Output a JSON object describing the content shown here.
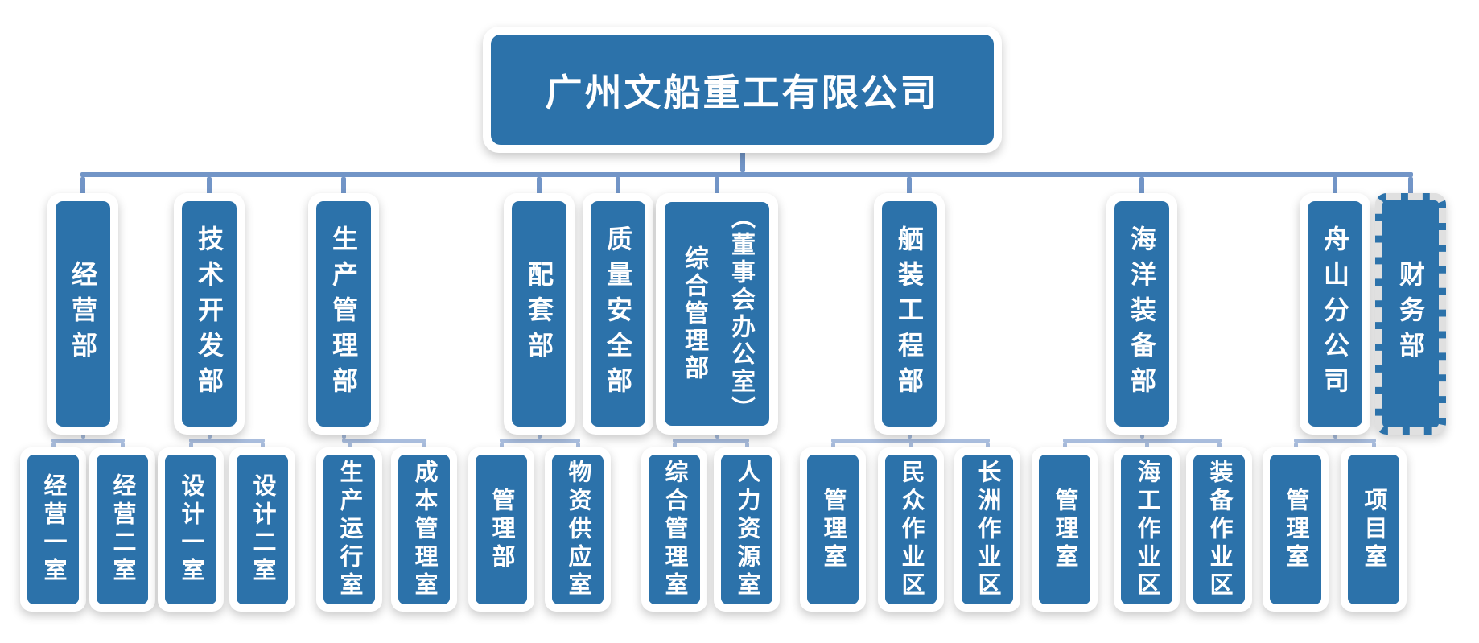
{
  "title": "广州文船重工有限公司",
  "colors": {
    "box_blue": "#2C72AA",
    "trunk_line": "#7295C7",
    "bracket_line": "#A9BDDD",
    "dashed_border": "#E0E0E0",
    "text_white": "#FFFFFF"
  },
  "departments": [
    {
      "label": "经营部",
      "children": [
        "经营一室",
        "经营二室"
      ]
    },
    {
      "label": "技术开发部",
      "children": [
        "设计一室",
        "设计二室"
      ]
    },
    {
      "label": "生产管理部",
      "children": [
        "生产运行室",
        "成本管理室"
      ]
    },
    {
      "label": "配套部",
      "children": [
        "管理部",
        "物资供应室"
      ]
    },
    {
      "label": "质量安全部",
      "children": []
    },
    {
      "label": "综合管理部",
      "label_secondary": "（董事会办公室）",
      "children": [
        "综合管理室",
        "人力资源室"
      ]
    },
    {
      "label": "舾装工程部",
      "children": [
        "管理室",
        "民众作业区",
        "长洲作业区"
      ]
    },
    {
      "label": "海洋装备部",
      "children": [
        "管理室",
        "海工作业区",
        "装备作业区"
      ]
    },
    {
      "label": "舟山分公司",
      "children": [
        "管理室",
        "项目室"
      ]
    },
    {
      "label": "财务部",
      "children": []
    }
  ]
}
